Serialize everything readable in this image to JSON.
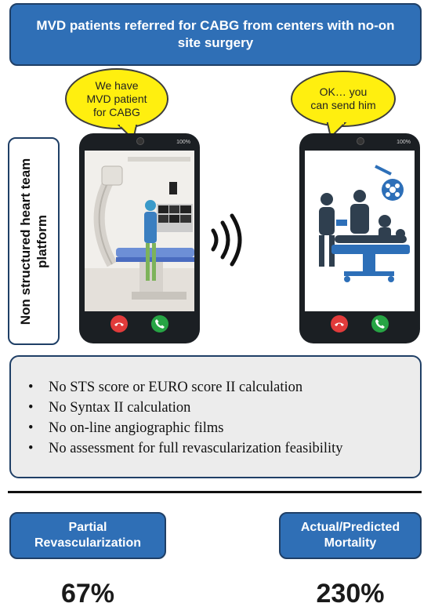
{
  "title": "MVD patients referred for CABG from centers with no-on site surgery",
  "bubbles": {
    "left": "We have MVD patient for CABG",
    "right": "OK… you can send him"
  },
  "side_label": "Non structured heart team platform",
  "phone_status": "100%",
  "bullets": [
    "No STS score or EURO score II calculation",
    "No Syntax II calculation",
    "No on-line angiographic films",
    "No assessment for full revascularization feasibility"
  ],
  "stats": [
    {
      "label": "Partial Revascularization",
      "value": "67%"
    },
    {
      "label": "Actual/Predicted Mortality",
      "value": "230%"
    }
  ],
  "colors": {
    "box_blue": "#2f6fb6",
    "bubble_yellow": "#ffef0f",
    "call_red": "#e23b3b",
    "call_green": "#27a444"
  },
  "icons": [
    "phone-hangup-icon",
    "phone-answer-icon",
    "signal-waves-icon",
    "cath-lab-illustration",
    "surgery-team-icon"
  ]
}
